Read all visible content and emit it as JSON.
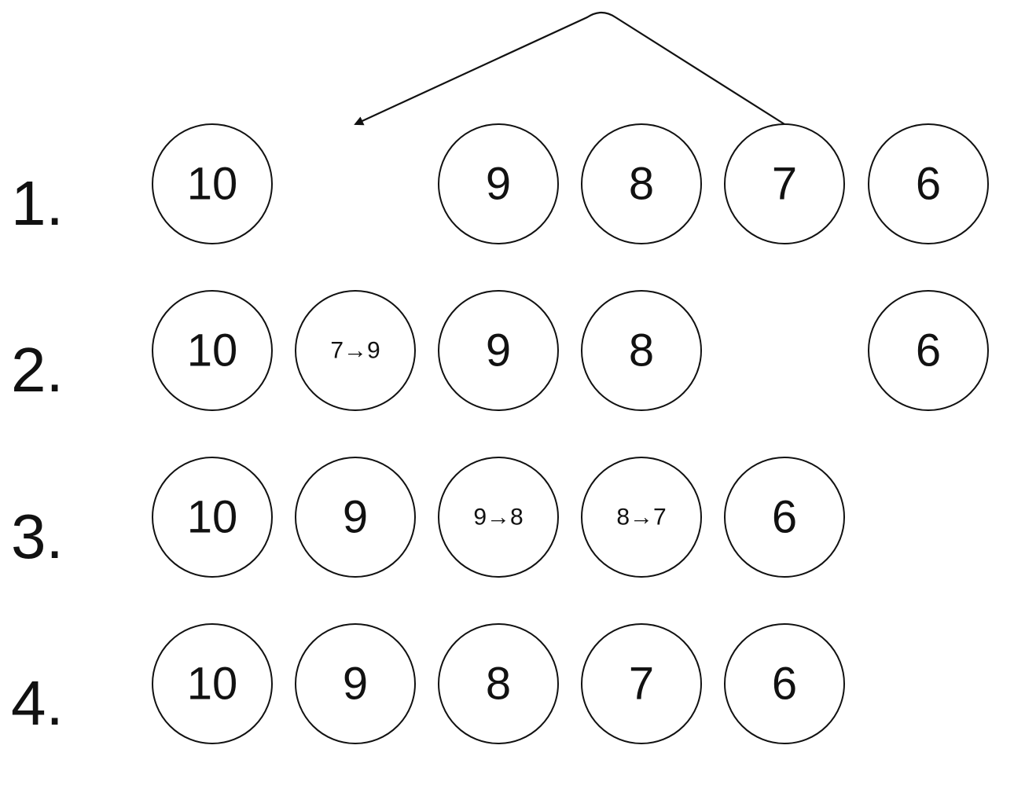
{
  "rows": [
    {
      "label": "1.",
      "nodes": [
        {
          "slot": 0,
          "text": "10"
        },
        {
          "slot": 2,
          "text": "9"
        },
        {
          "slot": 3,
          "text": "8"
        },
        {
          "slot": 4,
          "text": "7"
        },
        {
          "slot": 5,
          "text": "6"
        }
      ]
    },
    {
      "label": "2.",
      "nodes": [
        {
          "slot": 0,
          "text": "10"
        },
        {
          "slot": 1,
          "text": "7→9",
          "small": true
        },
        {
          "slot": 2,
          "text": "9"
        },
        {
          "slot": 3,
          "text": "8"
        },
        {
          "slot": 5,
          "text": "6"
        }
      ]
    },
    {
      "label": "3.",
      "nodes": [
        {
          "slot": 0,
          "text": "10"
        },
        {
          "slot": 1,
          "text": "9"
        },
        {
          "slot": 2,
          "text": "9→8",
          "small": true
        },
        {
          "slot": 3,
          "text": "8→7",
          "small": true
        },
        {
          "slot": 4,
          "text": "6"
        }
      ]
    },
    {
      "label": "4.",
      "nodes": [
        {
          "slot": 0,
          "text": "10"
        },
        {
          "slot": 1,
          "text": "9"
        },
        {
          "slot": 2,
          "text": "8"
        },
        {
          "slot": 3,
          "text": "7"
        },
        {
          "slot": 4,
          "text": "6"
        }
      ]
    }
  ],
  "arrow": {
    "row": 0,
    "from_slot": 4,
    "to_slot": 1
  }
}
